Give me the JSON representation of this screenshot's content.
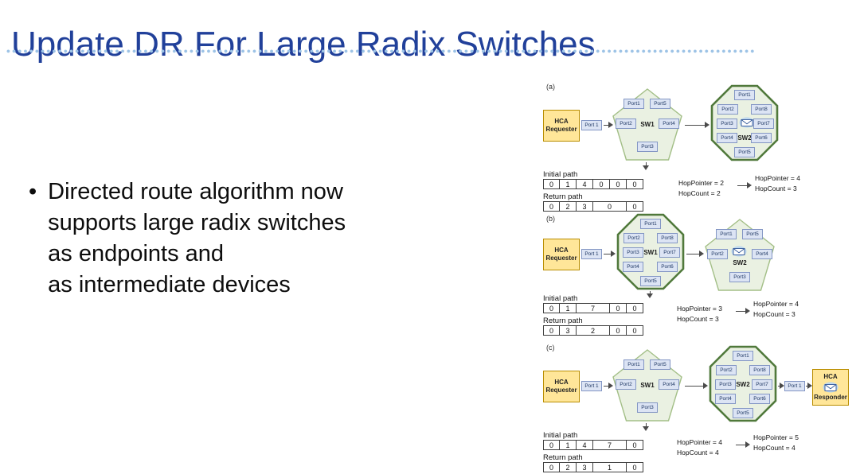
{
  "slide": {
    "title": "Update DR For Large Radix Switches",
    "bullet_marker": "•",
    "bullet_lines": [
      "Directed route algorithm now",
      "supports large radix switches",
      "as endpoints and",
      "as intermediate devices"
    ]
  },
  "colors": {
    "title_color": "#21409A",
    "rule_dot": "#9DC3E6",
    "hca_fill": "#FFE699",
    "hca_border": "#B98D00",
    "port_fill": "#DCE4F4",
    "port_border": "#8396C4",
    "port_text": "#1F3864",
    "switch_fill": "#EAF1E2",
    "pentagon_border": "#A3BF87",
    "octagon_border": "#50793B",
    "arrow_color": "#4A4A4A",
    "cell_border": "#3F3F3F",
    "envelope_blue": "#2F5597"
  },
  "panels": [
    {
      "label": "(a)",
      "hca": {
        "line1": "HCA",
        "line2": "Requester"
      },
      "hca_port": "Port 1",
      "first_switch": {
        "name": "SW1",
        "top_left": "Port1",
        "top_right": "Port5",
        "left": "Port2",
        "right": "Port4",
        "bottom": "Port3"
      },
      "second_switch": {
        "name": "SW2",
        "top": "Port1",
        "row1_left": "Port2",
        "row1_right": "Port8",
        "row2_left": "Port3",
        "row2_right": "Port7",
        "row3_left": "Port4",
        "row3_right": "Port6",
        "bottom": "Port5"
      },
      "initial_path": {
        "label": "Initial path",
        "cells": [
          "0",
          "1",
          "4",
          "0",
          "0",
          "0"
        ]
      },
      "return_path": {
        "label": "Return path",
        "cells": [
          "0",
          "2",
          "3",
          "0",
          "0"
        ]
      },
      "hop_before": {
        "line1": "HopPointer = 2",
        "line2": "HopCount = 2"
      },
      "hop_after": {
        "line1": "HopPointer = 4",
        "line2": "HopCount = 3"
      }
    },
    {
      "label": "(b)",
      "hca": {
        "line1": "HCA",
        "line2": "Requester"
      },
      "hca_port": "Port 1",
      "first_switch": {
        "name": "SW1",
        "top": "Port1",
        "row1_left": "Port2",
        "row1_right": "Port8",
        "row2_left": "Port3",
        "row2_right": "Port7",
        "row3_left": "Port4",
        "row3_right": "Port6",
        "bottom": "Port5"
      },
      "second_switch": {
        "name": "SW2",
        "top_left": "Port1",
        "top_right": "Port5",
        "left": "Port2",
        "right": "Port4",
        "bottom": "Port3"
      },
      "initial_path": {
        "label": "Initial path",
        "cells": [
          "0",
          "1",
          "7",
          "0",
          "0"
        ]
      },
      "return_path": {
        "label": "Return path",
        "cells": [
          "0",
          "3",
          "2",
          "0",
          "0"
        ]
      },
      "hop_before": {
        "line1": "HopPointer = 3",
        "line2": "HopCount = 3"
      },
      "hop_after": {
        "line1": "HopPointer = 4",
        "line2": "HopCount = 3"
      }
    },
    {
      "label": "(c)",
      "hca": {
        "line1": "HCA",
        "line2": "Requester"
      },
      "hca_port": "Port 1",
      "first_switch": {
        "name": "SW1",
        "top_left": "Port1",
        "top_right": "Port5",
        "left": "Port2",
        "right": "Port4",
        "bottom": "Port3"
      },
      "second_switch": {
        "name": "SW2",
        "top": "Port1",
        "row1_left": "Port2",
        "row1_right": "Port8",
        "row2_left": "Port3",
        "row2_right": "Port7",
        "row3_left": "Port4",
        "row3_right": "Port6",
        "bottom": "Port5"
      },
      "responder_port": "Port 1",
      "responder": {
        "line1": "HCA",
        "line2": "Responder"
      },
      "initial_path": {
        "label": "Initial path",
        "cells": [
          "0",
          "1",
          "4",
          "7",
          "0"
        ]
      },
      "return_path": {
        "label": "Return path",
        "cells": [
          "0",
          "2",
          "3",
          "1",
          "0"
        ]
      },
      "hop_before": {
        "line1": "HopPointer = 4",
        "line2": "HopCount = 4"
      },
      "hop_after": {
        "line1": "HopPointer = 5",
        "line2": "HopCount = 4"
      }
    }
  ]
}
